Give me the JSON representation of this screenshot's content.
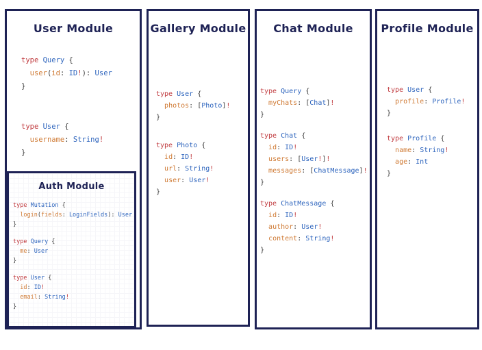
{
  "page": {
    "background": "#ffffff",
    "description": "GraphQL schema modules diagram"
  },
  "theme": {
    "border_color": "#1e2255",
    "title_color": "#1e2255",
    "syntax": {
      "keyword": "#c03a3e",
      "type": "#2d64bd",
      "field": "#cf7a34",
      "punct": "#3f3f3f",
      "bang": "#c03a3e"
    }
  },
  "modules": [
    {
      "id": "user",
      "title": "User Module",
      "blocks": [
        [
          [
            [
              "type ",
              "k"
            ],
            [
              "Query",
              "t"
            ],
            [
              " {",
              "p"
            ]
          ],
          [
            [
              "  ",
              "p"
            ],
            [
              "user",
              "f"
            ],
            [
              "(",
              "p"
            ],
            [
              "id",
              "f"
            ],
            [
              ": ",
              "p"
            ],
            [
              "ID",
              "t"
            ],
            [
              "!",
              "b"
            ],
            [
              "): ",
              "p"
            ],
            [
              "User",
              "t"
            ]
          ],
          [
            [
              "}",
              "p"
            ]
          ]
        ],
        [
          [
            [
              "type ",
              "k"
            ],
            [
              "User",
              "t"
            ],
            [
              " {",
              "p"
            ]
          ],
          [
            [
              "  ",
              "p"
            ],
            [
              "username",
              "f"
            ],
            [
              ": ",
              "p"
            ],
            [
              "String",
              "t"
            ],
            [
              "!",
              "b"
            ]
          ],
          [
            [
              "}",
              "p"
            ]
          ]
        ]
      ]
    },
    {
      "id": "auth",
      "title": "Auth Module",
      "blocks": [
        [
          [
            [
              "type ",
              "k"
            ],
            [
              "Mutation",
              "t"
            ],
            [
              " {",
              "p"
            ]
          ],
          [
            [
              "  ",
              "p"
            ],
            [
              "login",
              "f"
            ],
            [
              "(",
              "p"
            ],
            [
              "fields",
              "f"
            ],
            [
              ": ",
              "p"
            ],
            [
              "LoginFields",
              "t"
            ],
            [
              "): ",
              "p"
            ],
            [
              "User",
              "t"
            ]
          ],
          [
            [
              "}",
              "p"
            ]
          ]
        ],
        [
          [
            [
              "type ",
              "k"
            ],
            [
              "Query",
              "t"
            ],
            [
              " {",
              "p"
            ]
          ],
          [
            [
              "  ",
              "p"
            ],
            [
              "me",
              "f"
            ],
            [
              ": ",
              "p"
            ],
            [
              "User",
              "t"
            ]
          ],
          [
            [
              "}",
              "p"
            ]
          ]
        ],
        [
          [
            [
              "type ",
              "k"
            ],
            [
              "User",
              "t"
            ],
            [
              " {",
              "p"
            ]
          ],
          [
            [
              "  ",
              "p"
            ],
            [
              "id",
              "f"
            ],
            [
              ": ",
              "p"
            ],
            [
              "ID",
              "t"
            ],
            [
              "!",
              "b"
            ]
          ],
          [
            [
              "  ",
              "p"
            ],
            [
              "email",
              "f"
            ],
            [
              ": ",
              "p"
            ],
            [
              "String",
              "t"
            ],
            [
              "!",
              "b"
            ]
          ],
          [
            [
              "}",
              "p"
            ]
          ]
        ]
      ]
    },
    {
      "id": "gallery",
      "title": "Gallery Module",
      "blocks": [
        [
          [
            [
              "type ",
              "k"
            ],
            [
              "User",
              "t"
            ],
            [
              " {",
              "p"
            ]
          ],
          [
            [
              "  ",
              "p"
            ],
            [
              "photos",
              "f"
            ],
            [
              ": ",
              "p"
            ],
            [
              "[",
              "p"
            ],
            [
              "Photo",
              "t"
            ],
            [
              "]",
              "p"
            ],
            [
              "!",
              "b"
            ]
          ],
          [
            [
              "}",
              "p"
            ]
          ]
        ],
        [
          [
            [
              "type ",
              "k"
            ],
            [
              "Photo",
              "t"
            ],
            [
              " {",
              "p"
            ]
          ],
          [
            [
              "  ",
              "p"
            ],
            [
              "id",
              "f"
            ],
            [
              ": ",
              "p"
            ],
            [
              "ID",
              "t"
            ],
            [
              "!",
              "b"
            ]
          ],
          [
            [
              "  ",
              "p"
            ],
            [
              "url",
              "f"
            ],
            [
              ": ",
              "p"
            ],
            [
              "String",
              "t"
            ],
            [
              "!",
              "b"
            ]
          ],
          [
            [
              "  ",
              "p"
            ],
            [
              "user",
              "f"
            ],
            [
              ": ",
              "p"
            ],
            [
              "User",
              "t"
            ],
            [
              "!",
              "b"
            ]
          ],
          [
            [
              "}",
              "p"
            ]
          ]
        ]
      ]
    },
    {
      "id": "chat",
      "title": "Chat Module",
      "blocks": [
        [
          [
            [
              "type ",
              "k"
            ],
            [
              "Query",
              "t"
            ],
            [
              " {",
              "p"
            ]
          ],
          [
            [
              "  ",
              "p"
            ],
            [
              "myChats",
              "f"
            ],
            [
              ": ",
              "p"
            ],
            [
              "[",
              "p"
            ],
            [
              "Chat",
              "t"
            ],
            [
              "]",
              "p"
            ],
            [
              "!",
              "b"
            ]
          ],
          [
            [
              "}",
              "p"
            ]
          ]
        ],
        [
          [
            [
              "type ",
              "k"
            ],
            [
              "Chat",
              "t"
            ],
            [
              " {",
              "p"
            ]
          ],
          [
            [
              "  ",
              "p"
            ],
            [
              "id",
              "f"
            ],
            [
              ": ",
              "p"
            ],
            [
              "ID",
              "t"
            ],
            [
              "!",
              "b"
            ]
          ],
          [
            [
              "  ",
              "p"
            ],
            [
              "users",
              "f"
            ],
            [
              ": ",
              "p"
            ],
            [
              "[",
              "p"
            ],
            [
              "User",
              "t"
            ],
            [
              "!",
              "b"
            ],
            [
              "]",
              "p"
            ],
            [
              "!",
              "b"
            ]
          ],
          [
            [
              "  ",
              "p"
            ],
            [
              "messages",
              "f"
            ],
            [
              ": ",
              "p"
            ],
            [
              "[",
              "p"
            ],
            [
              "ChatMessage",
              "t"
            ],
            [
              "]",
              "p"
            ],
            [
              "!",
              "b"
            ]
          ],
          [
            [
              "}",
              "p"
            ]
          ]
        ],
        [
          [
            [
              "type ",
              "k"
            ],
            [
              "ChatMessage",
              "t"
            ],
            [
              " {",
              "p"
            ]
          ],
          [
            [
              "  ",
              "p"
            ],
            [
              "id",
              "f"
            ],
            [
              ": ",
              "p"
            ],
            [
              "ID",
              "t"
            ],
            [
              "!",
              "b"
            ]
          ],
          [
            [
              "  ",
              "p"
            ],
            [
              "author",
              "f"
            ],
            [
              ": ",
              "p"
            ],
            [
              "User",
              "t"
            ],
            [
              "!",
              "b"
            ]
          ],
          [
            [
              "  ",
              "p"
            ],
            [
              "content",
              "f"
            ],
            [
              ": ",
              "p"
            ],
            [
              "String",
              "t"
            ],
            [
              "!",
              "b"
            ]
          ],
          [
            [
              "}",
              "p"
            ]
          ]
        ]
      ]
    },
    {
      "id": "profile",
      "title": "Profile Module",
      "blocks": [
        [
          [
            [
              "type ",
              "k"
            ],
            [
              "User",
              "t"
            ],
            [
              " {",
              "p"
            ]
          ],
          [
            [
              "  ",
              "p"
            ],
            [
              "profile",
              "f"
            ],
            [
              ": ",
              "p"
            ],
            [
              "Profile",
              "t"
            ],
            [
              "!",
              "b"
            ]
          ],
          [
            [
              "}",
              "p"
            ]
          ]
        ],
        [
          [
            [
              "type ",
              "k"
            ],
            [
              "Profile",
              "t"
            ],
            [
              " {",
              "p"
            ]
          ],
          [
            [
              "  ",
              "p"
            ],
            [
              "name",
              "f"
            ],
            [
              ": ",
              "p"
            ],
            [
              "String",
              "t"
            ],
            [
              "!",
              "b"
            ]
          ],
          [
            [
              "  ",
              "p"
            ],
            [
              "age",
              "f"
            ],
            [
              ": ",
              "p"
            ],
            [
              "Int",
              "t"
            ]
          ],
          [
            [
              "}",
              "p"
            ]
          ]
        ]
      ]
    }
  ]
}
